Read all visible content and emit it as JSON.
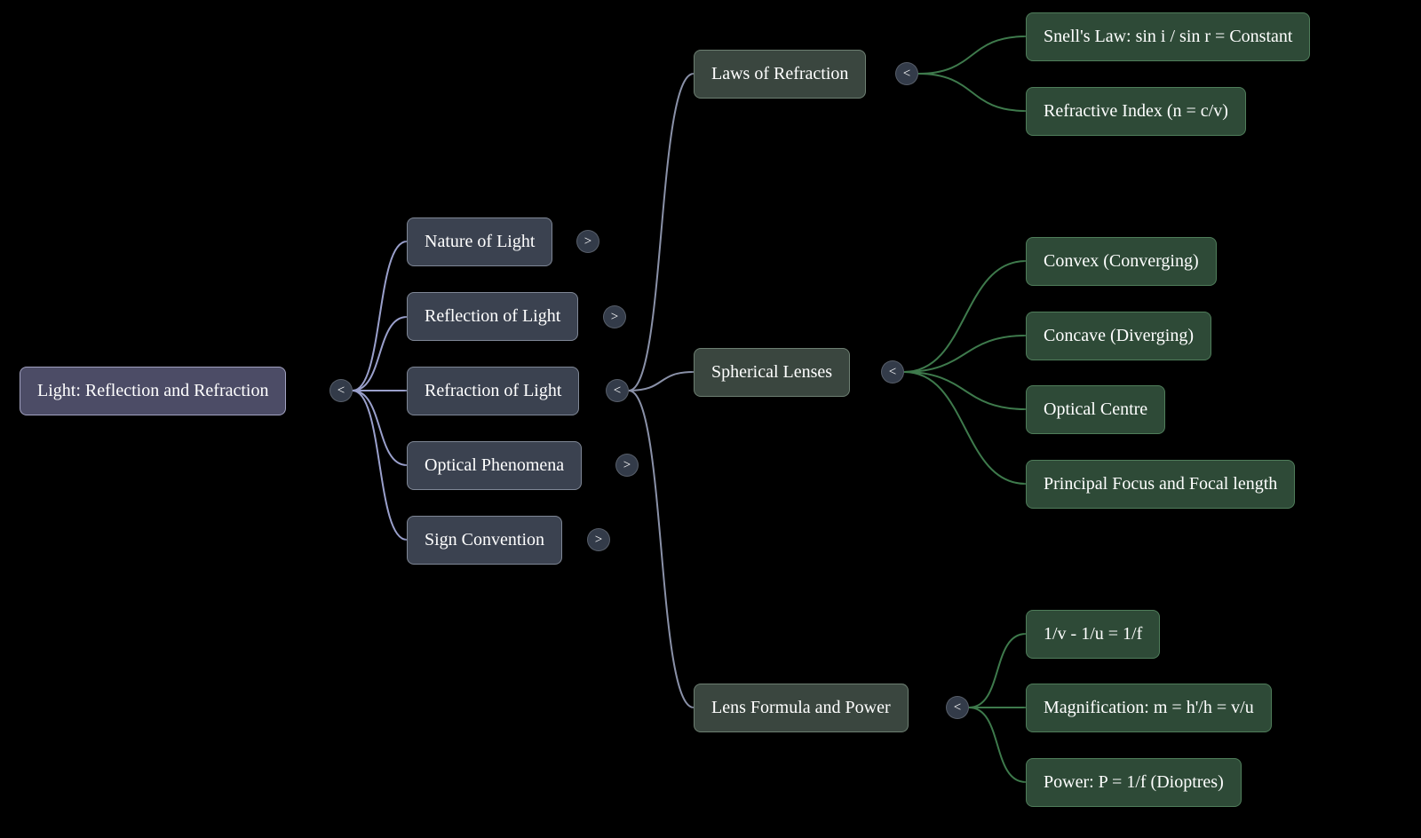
{
  "colors": {
    "bg": "#000000",
    "text": "#ffffff",
    "root_fill": "#4c4c66",
    "root_border": "#a3a3c2",
    "topic_fill": "#3b4250",
    "topic_border": "#7f8796",
    "subtopic_fill": "#3a463f",
    "subtopic_border": "#6d7f72",
    "leaf_fill": "#2e4a37",
    "leaf_border": "#4f7d5a",
    "toggle_fill": "#333b49",
    "toggle_text": "#ffffff",
    "link_root": "#9aa0cc",
    "link_branch": "#8a91a8",
    "link_leaf": "#3e7a4c"
  },
  "root": {
    "label": "Light: Reflection and Refraction",
    "toggle": "<",
    "children": [
      {
        "label": "Nature of Light",
        "toggle": ">"
      },
      {
        "label": "Reflection of Light",
        "toggle": ">"
      },
      {
        "label": "Refraction of Light",
        "toggle": "<",
        "children": [
          {
            "label": "Laws of Refraction",
            "toggle": "<",
            "children": [
              {
                "label": "Snell's Law: sin i / sin r = Constant"
              },
              {
                "label": "Refractive Index (n = c/v)"
              }
            ]
          },
          {
            "label": "Spherical Lenses",
            "toggle": "<",
            "children": [
              {
                "label": "Convex (Converging)"
              },
              {
                "label": "Concave (Diverging)"
              },
              {
                "label": "Optical Centre"
              },
              {
                "label": "Principal Focus and Focal length"
              }
            ]
          },
          {
            "label": "Lens Formula and Power",
            "toggle": "<",
            "children": [
              {
                "label": "1/v - 1/u = 1/f"
              },
              {
                "label": "Magnification: m = h'/h = v/u"
              },
              {
                "label": "Power: P = 1/f (Dioptres)"
              }
            ]
          }
        ]
      },
      {
        "label": "Optical Phenomena",
        "toggle": ">"
      },
      {
        "label": "Sign Convention",
        "toggle": ">"
      }
    ]
  }
}
